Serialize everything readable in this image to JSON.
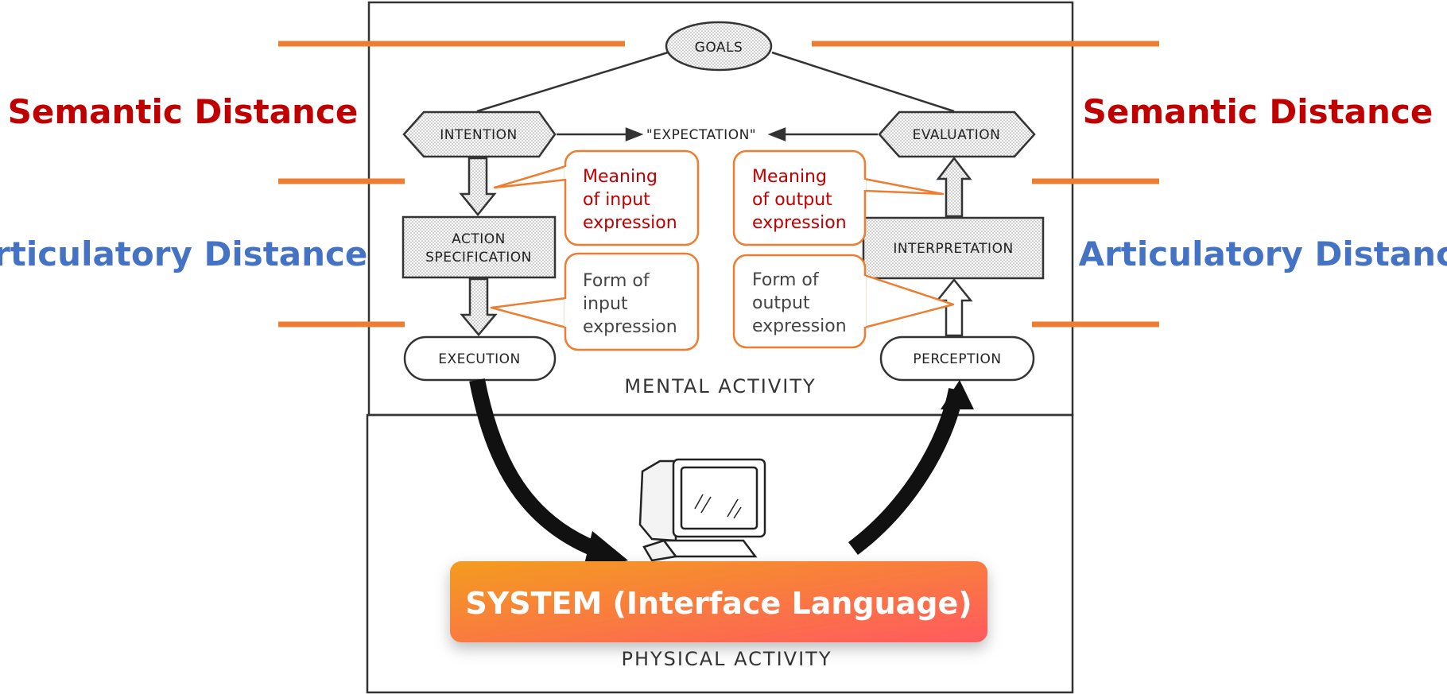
{
  "labels": {
    "semantic_distance": "Semantic Distance",
    "articulatory_distance": "Articulatory Distance"
  },
  "nodes": {
    "goals": "GOALS",
    "intention": "INTENTION",
    "expectation": "\"EXPECTATION\"",
    "evaluation": "EVALUATION",
    "action_line1": "ACTION",
    "action_line2": "SPECIFICATION",
    "interpretation": "INTERPRETATION",
    "execution": "EXECUTION",
    "perception": "PERCEPTION",
    "mental_activity": "MENTAL ACTIVITY",
    "physical_activity": "PHYSICAL ACTIVITY"
  },
  "callouts": {
    "meaning_input": [
      "Meaning",
      "of input",
      "expression"
    ],
    "form_input": [
      "Form of",
      "input",
      "expression"
    ],
    "meaning_output": [
      "Meaning",
      "of output",
      "expression"
    ],
    "form_output": [
      "Form of",
      "output",
      "expression"
    ]
  },
  "system": {
    "label": "SYSTEM (Interface Language)"
  },
  "colors": {
    "semantic_red": "#c00000",
    "articulatory_blue": "#4472c4",
    "orange": "#ed7d31",
    "gradient_start": "#f39c1f",
    "gradient_end": "#ff5a5f"
  }
}
